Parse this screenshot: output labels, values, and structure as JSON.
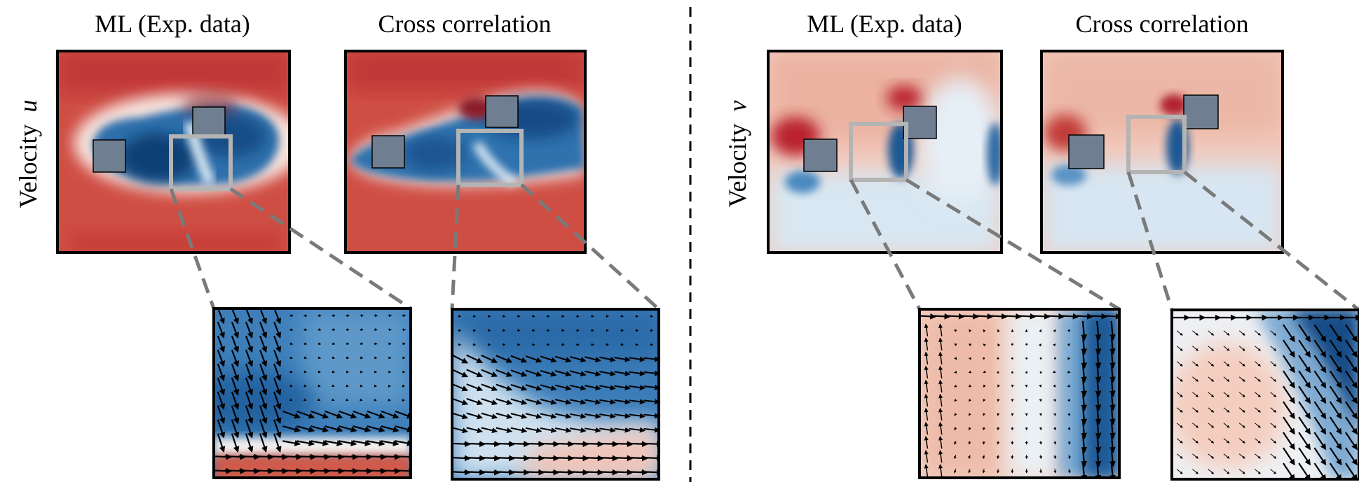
{
  "left": {
    "col1_title": "ML (Exp. data)",
    "col2_title": "Cross correlation",
    "row_label": "Velocity",
    "row_symbol": "u"
  },
  "right": {
    "col1_title": "ML (Exp. data)",
    "col2_title": "Cross correlation",
    "row_label": "Velocity",
    "row_symbol": "v"
  },
  "colors": {
    "red": "#c9463d",
    "blue": "#2b6aa8",
    "dark_blue": "#124b86",
    "light_blue": "#d9e8f3",
    "cylinder": "#6f7f91",
    "zoom_box": "#b4b4b4",
    "connector": "#7a7a7a"
  }
}
